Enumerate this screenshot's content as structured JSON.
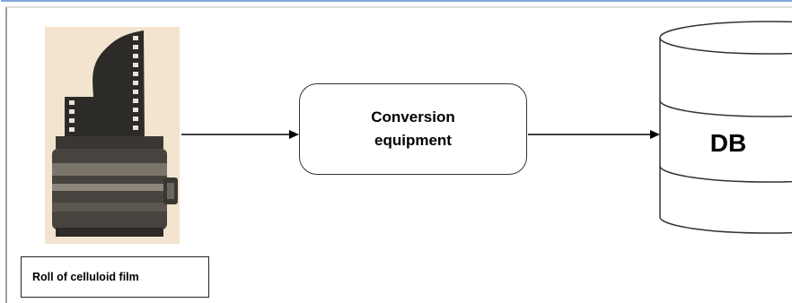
{
  "diagram": {
    "film_caption": "Roll of celluloid film",
    "process_label": "Conversion\nequipment",
    "database_label": "DB"
  },
  "colors": {
    "frame_border": "#5b8bd0",
    "film_background": "#f3e4cf",
    "film_body": "#2d2b27",
    "arrow": "#000000"
  },
  "icons": {
    "film": "film-roll-icon",
    "database": "database-cylinder-icon"
  }
}
